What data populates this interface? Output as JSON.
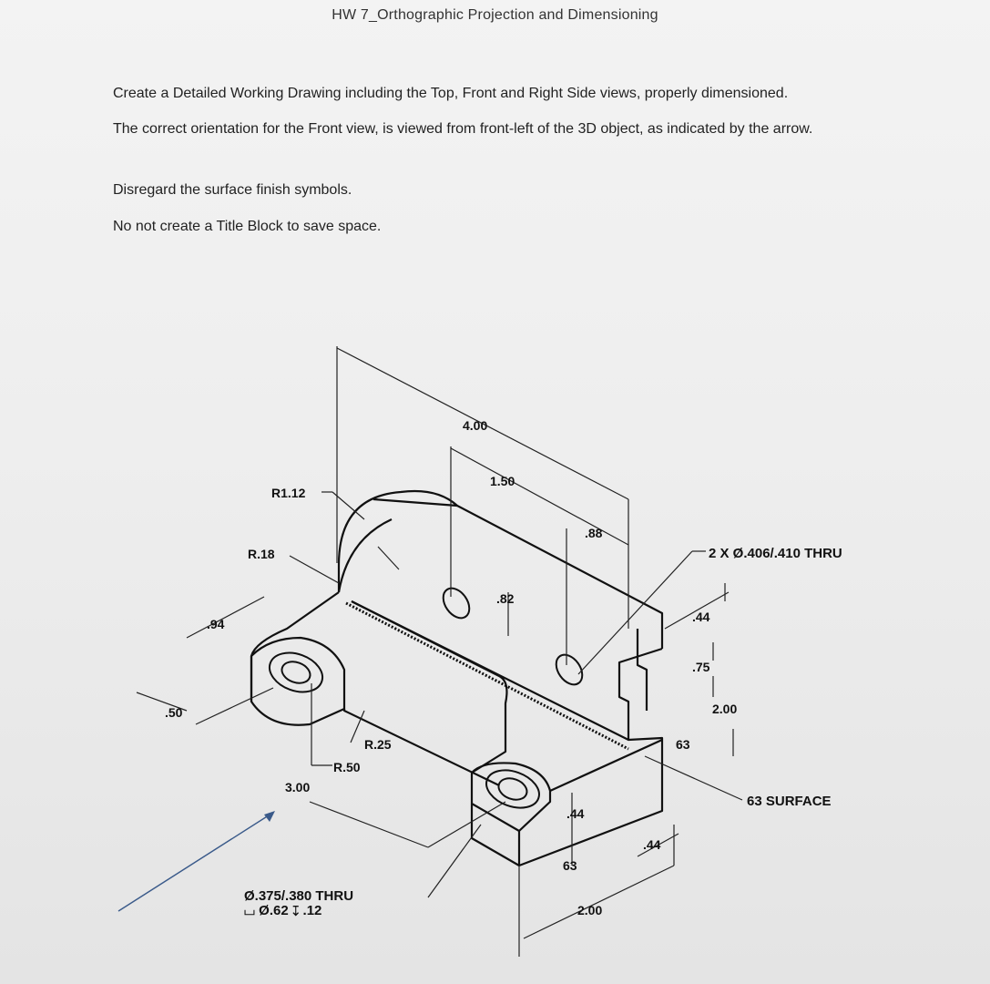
{
  "header": {
    "title": "HW 7_Orthographic Projection and Dimensioning"
  },
  "instructions": [
    "Create a Detailed Working Drawing including the Top, Front and Right Side views, properly dimensioned.",
    "The correct orientation for the Front view, is viewed from front-left of the 3D object, as indicated by the arrow.",
    "Disregard the surface finish symbols.",
    "No not create a Title Block to save space."
  ],
  "drawing": {
    "dim_4_00": "4.00",
    "dim_1_50": "1.50",
    "dim_88": ".88",
    "dim_82": ".82",
    "dim_r1_12": "R1.12",
    "dim_r_18": "R.18",
    "dim_94": ".94",
    "dim_50": ".50",
    "dim_r_25": "R.25",
    "dim_r_50": "R.50",
    "dim_3_00": "3.00",
    "hole_small_line1": "Ø.375/.380 THRU",
    "hole_small_line2": "⌴ Ø.62 ↧ .12",
    "hole_large": "2 X Ø.406/.410 THRU",
    "dim_44_top": ".44",
    "dim_75": ".75",
    "dim_2_00_right": "2.00",
    "dim_63_right": "63",
    "surface_note": "63 SURFACE",
    "dim_44_front": ".44",
    "dim_63_bottom": "63",
    "dim_44_lower": ".44",
    "dim_2_00_bottom": "2.00"
  }
}
